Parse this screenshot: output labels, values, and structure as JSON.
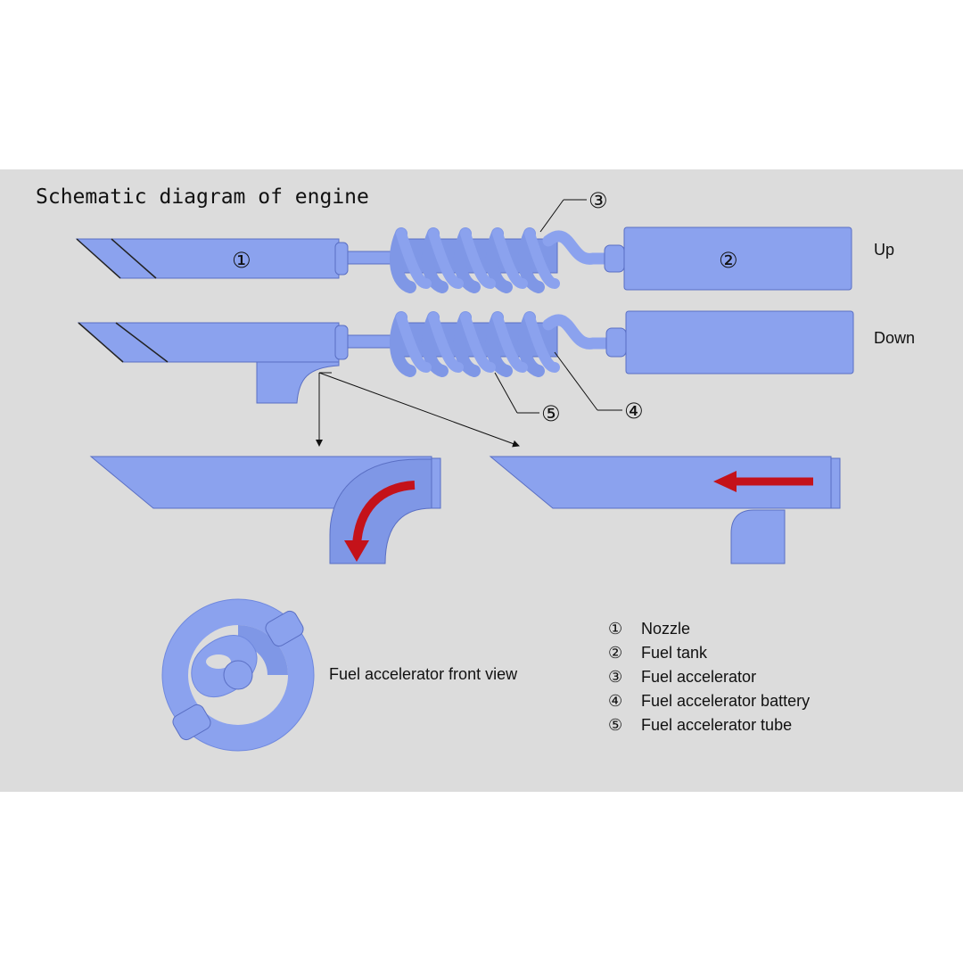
{
  "title": "Schematic diagram of engine",
  "views": {
    "up": "Up",
    "down": "Down"
  },
  "callouts": {
    "nozzle": "①",
    "fuel_tank": "②",
    "fuel_accelerator": "③",
    "battery": "④",
    "tube": "⑤"
  },
  "front_view_caption": "Fuel accelerator front view",
  "legend": [
    {
      "num": "①",
      "label": "Nozzle"
    },
    {
      "num": "②",
      "label": "Fuel tank"
    },
    {
      "num": "③",
      "label": "Fuel accelerator"
    },
    {
      "num": "④",
      "label": "Fuel accelerator battery"
    },
    {
      "num": "⑤",
      "label": "Fuel accelerator tube"
    }
  ],
  "colors": {
    "part_fill": "#8ba2ee",
    "part_dark": "#6f88de",
    "part_edge": "#5a6fc4",
    "flow_arrow": "#c4121a",
    "panel_bg": "#dcdcdc"
  }
}
